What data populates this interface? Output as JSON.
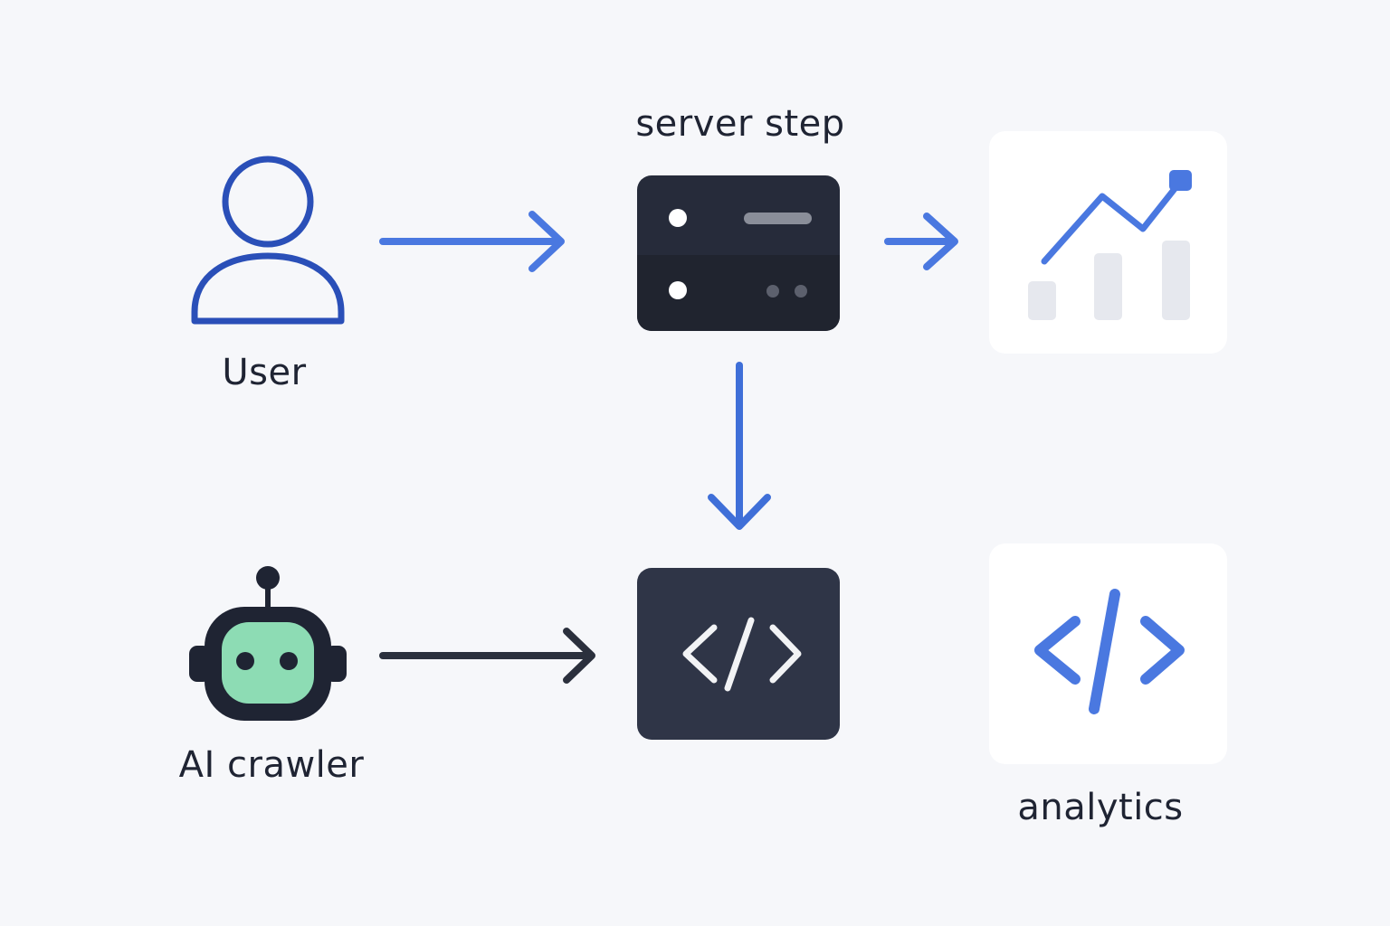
{
  "diagram": {
    "labels": {
      "server_step": "server step",
      "user": "User",
      "ai_crawler": "AI crawler",
      "analytics": "analytics"
    },
    "icons": {
      "user": "user-icon",
      "robot": "robot-icon",
      "server": "server-icon",
      "code_block": "code-icon",
      "chart": "chart-icon",
      "analytics_code": "code-icon"
    },
    "colors": {
      "background": "#f6f7fa",
      "accent_blue": "#4a78e0",
      "user_blue": "#2a4fb8",
      "dark_box": "#262b3a",
      "code_box": "#2f3547",
      "robot_face": "#8ddcb4",
      "arrow_dark": "#2b303d",
      "bar_gray": "#e6e8ee"
    }
  }
}
